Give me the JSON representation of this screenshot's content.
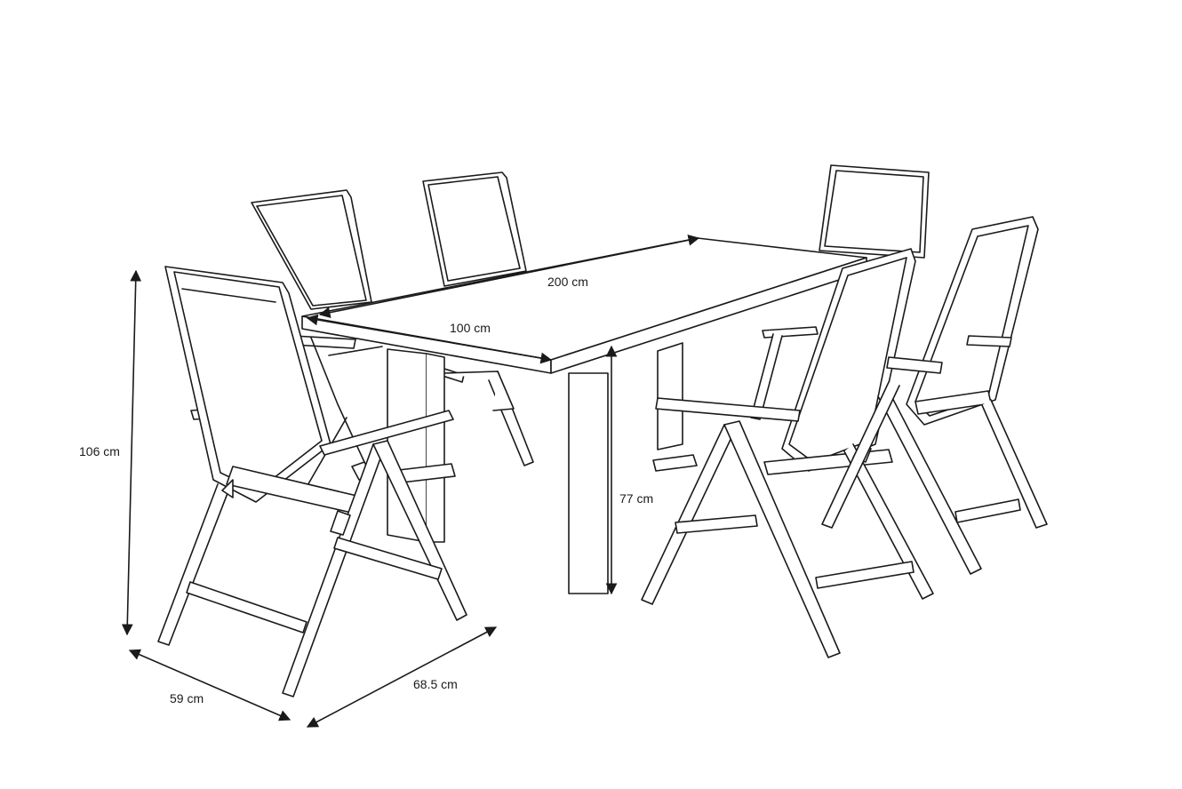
{
  "dimensions": {
    "table_length": "200 cm",
    "table_width": "100 cm",
    "table_height": "77 cm",
    "chair_height": "106 cm",
    "chair_width": "59 cm",
    "chair_depth": "68.5 cm"
  },
  "colors": {
    "line": "#1a1a1a",
    "background": "#ffffff"
  }
}
